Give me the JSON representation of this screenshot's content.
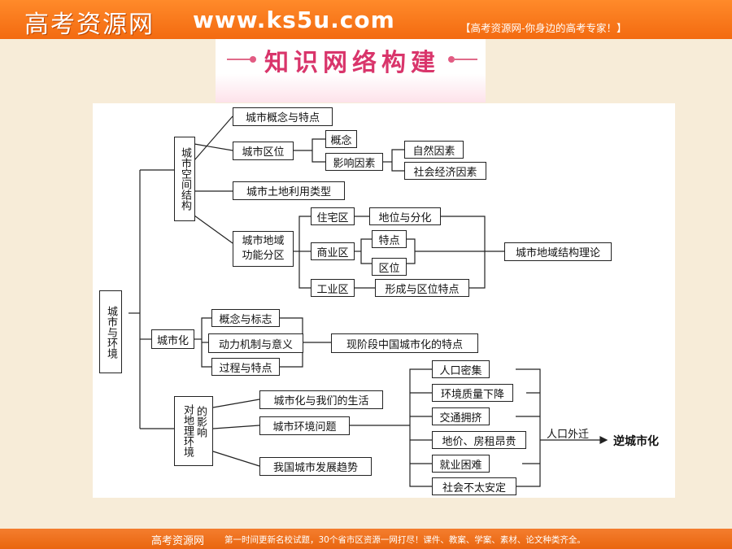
{
  "header": {
    "brand": "高考资源网",
    "site": "www.ks5u.com",
    "slogan": "【高考资源网-你身边的高考专家！】"
  },
  "title": "知识网络构建",
  "diagram": {
    "root": "城市与环境",
    "branch1": "城市空间结构",
    "b1_concept": "城市概念与特点",
    "b1_area": "城市区位",
    "b1_area_concept": "概念",
    "b1_area_factors": "影响因素",
    "b1_natural": "自然因素",
    "b1_social": "社会经济因素",
    "b1_land": "城市土地利用类型",
    "b1_func": "城市地域功能分区",
    "res": "住宅区",
    "res_detail": "地位与分化",
    "com": "商业区",
    "com_feature": "特点",
    "com_location": "区位",
    "ind": "工业区",
    "ind_detail": "形成与区位特点",
    "theory": "城市地域结构理论",
    "branch2": "城市化",
    "u_concept": "概念与标志",
    "u_mech": "动力机制与意义",
    "u_process": "过程与特点",
    "u_china": "现阶段中国城市化的特点",
    "branch3_a": "对地理环境",
    "branch3_b": "的影响",
    "e_life": "城市化与我们的生活",
    "e_problem": "城市环境问题",
    "e_trend": "我国城市发展趋势",
    "p1": "人口密集",
    "p2": "环境质量下降",
    "p3": "交通拥挤",
    "p4": "地价、房租昂贵",
    "p5": "就业困难",
    "p6": "社会不太安定",
    "migrate": "人口外迁",
    "counter": "逆城市化"
  },
  "footer": {
    "brand": "高考资源网",
    "text": "第一时间更新名校试题，30个省市区资源一网打尽！课件、教案、学案、素材、论文种类齐全。"
  },
  "colors": {
    "header_orange": "#f36a10",
    "title_pink": "#d9356b",
    "background": "#f7ecd8"
  }
}
